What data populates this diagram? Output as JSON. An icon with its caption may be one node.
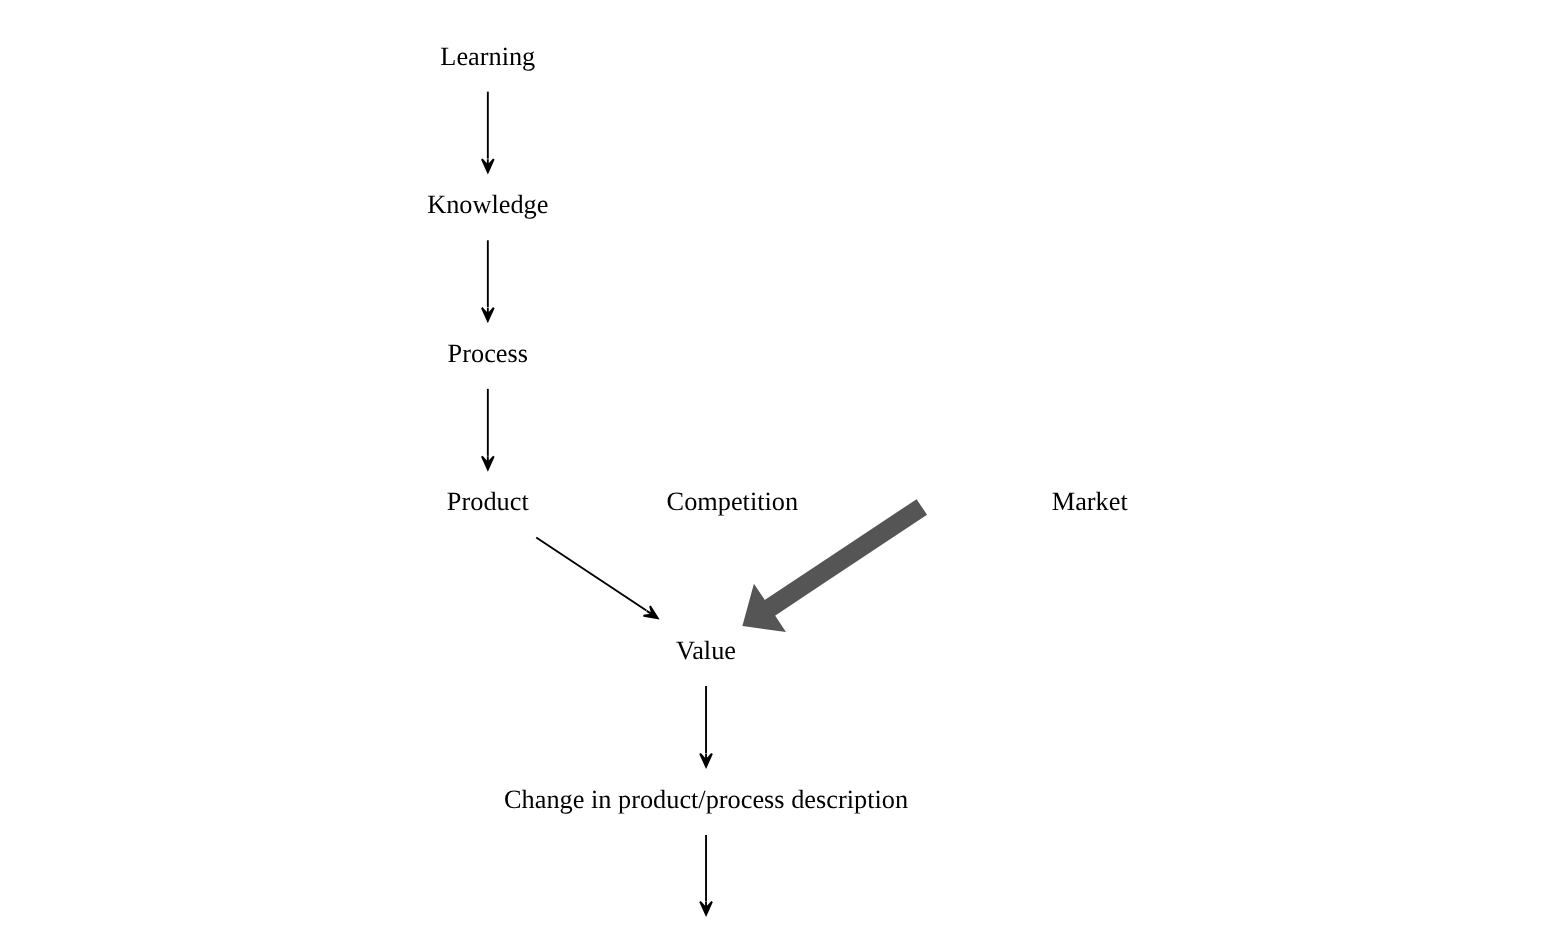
{
  "diagram": {
    "nodes": [
      {
        "text": [
          "Change in product/process description"
        ]
      },
      {
        "text": [
          "Knowledge"
        ]
      },
      {
        "text": [
          "Learning"
        ]
      },
      {
        "text": [
          "Process"
        ]
      },
      {
        "text": [
          "Value"
        ]
      },
      {
        "text": [
          "Product"
        ]
      }
    ],
    "edges": [
      {
        "from": 0,
        "to": null,
        "arrow": "to"
      },
      {
        "from": 2,
        "to": 1,
        "arrow": "to"
      },
      {
        "from": 1,
        "to": 3,
        "arrow": "to"
      },
      {
        "from": 3,
        "to": 5,
        "arrow": "to"
      },
      {
        "from": 5,
        "to": 4,
        "arrow": "to"
      },
      {
        "from": 4,
        "to": 0,
        "arrow": "to"
      },
      {
        "from": null,
        "to": 4,
        "arrow": "to",
        "style": "thick",
        "color": "#555555"
      }
    ],
    "labels": [
      "Competition",
      "Market"
    ]
  }
}
